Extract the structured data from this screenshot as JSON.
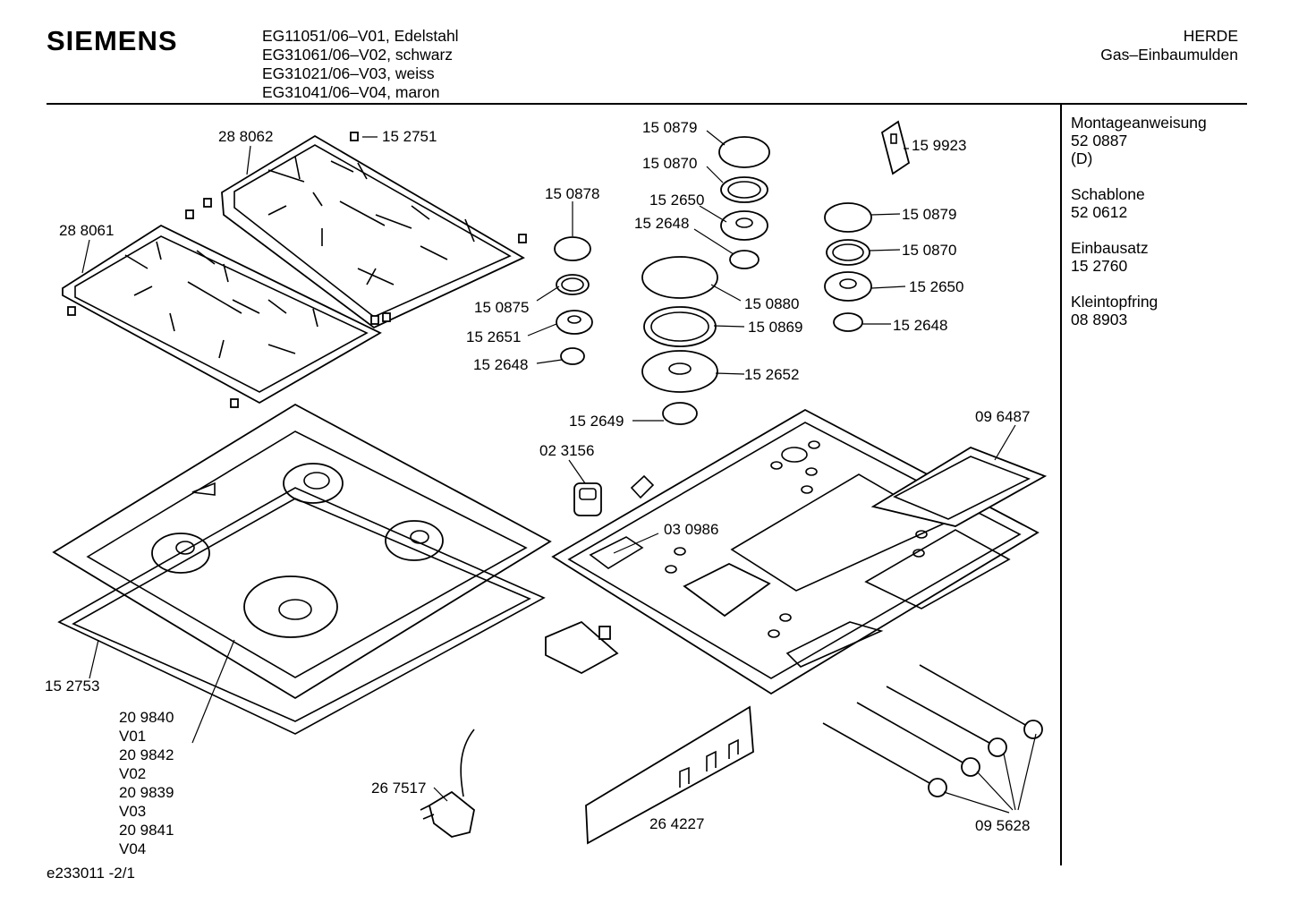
{
  "header": {
    "brand": "SIEMENS",
    "models": [
      "EG11051/06–V01, Edelstahl",
      "EG31061/06–V02, schwarz",
      "EG31021/06–V03, weiss",
      "EG31041/06–V04, maron"
    ],
    "category_1": "HERDE",
    "category_2": "Gas–Einbaumulden"
  },
  "sidebar": {
    "groups": [
      {
        "title": "Montageanweisung",
        "lines": [
          "52 0887",
          "(D)"
        ]
      },
      {
        "title": "Schablone",
        "lines": [
          "52 0612"
        ]
      },
      {
        "title": "Einbausatz",
        "lines": [
          "15 2760"
        ]
      },
      {
        "title": "Kleintopfring",
        "lines": [
          "08 8903"
        ]
      }
    ]
  },
  "parts": {
    "p288062": "28 8062",
    "p152751": "15 2751",
    "p288061": "28 8061",
    "p150878": "15 0878",
    "p150875": "15 0875",
    "p152651": "15 2651",
    "p152648a": "15 2648",
    "p150879a": "15 0879",
    "p150870a": "15 0870",
    "p152650a": "15 2650",
    "p152648b": "15 2648",
    "p150880": "15 0880",
    "p150869": "15 0869",
    "p152652": "15 2652",
    "p152649": "15 2649",
    "p159923": "15 9923",
    "p150879b": "15 0879",
    "p150870b": "15 0870",
    "p152650b": "15 2650",
    "p152648c": "15 2648",
    "p096487": "09 6487",
    "p023156": "02 3156",
    "p030986": "03 0986",
    "p152753": "15 2753",
    "p267517": "26 7517",
    "p264227": "26 4227",
    "p095628": "09 5628",
    "variants": [
      "20 9840",
      "V01",
      "20 9842",
      "V02",
      "20 9839",
      "V03",
      "20 9841",
      "V04"
    ]
  },
  "footer": {
    "doc_id": "e233011 -2/1"
  }
}
